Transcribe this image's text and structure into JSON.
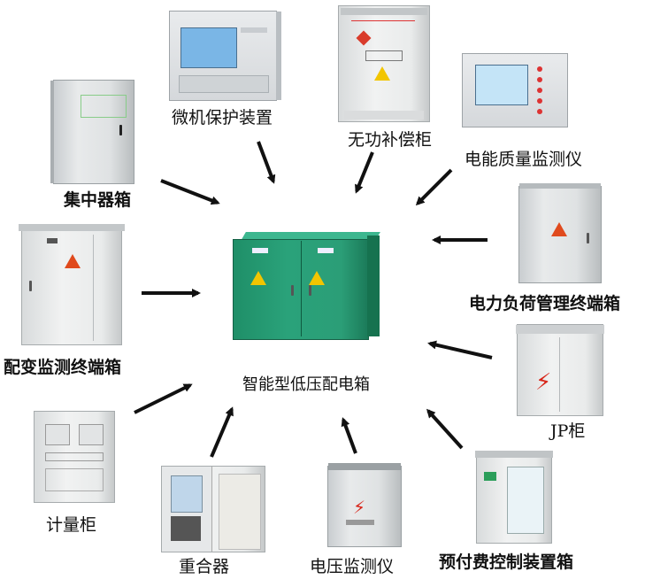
{
  "center": {
    "label": "智能型低压配电箱"
  },
  "devices": [
    {
      "key": "protection",
      "label": "微机保护装置"
    },
    {
      "key": "reactive",
      "label": "无功补偿柜"
    },
    {
      "key": "quality",
      "label": "电能质量监测仪"
    },
    {
      "key": "concentrator",
      "label": "集中器箱"
    },
    {
      "key": "load",
      "label": "电力负荷管理终端箱"
    },
    {
      "key": "transformer",
      "label": "配变监测终端箱"
    },
    {
      "key": "jp",
      "label": "JP柜"
    },
    {
      "key": "meter",
      "label": "计量柜"
    },
    {
      "key": "recloser",
      "label": "重合器"
    },
    {
      "key": "voltage",
      "label": "电压监测仪"
    },
    {
      "key": "prepaid",
      "label": "预付费控制装置箱"
    }
  ],
  "colors": {
    "center_cabinet": "#2aa27a",
    "arrow": "#111111",
    "warning": "#f2c500"
  }
}
